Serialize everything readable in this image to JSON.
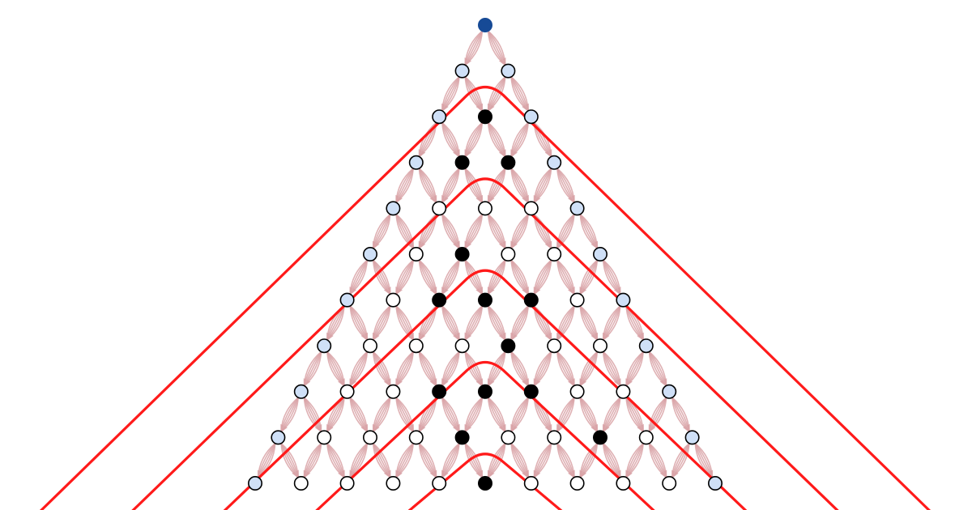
{
  "diagram": {
    "type": "multiway-causal-lattice",
    "root_color": "#164a96",
    "edge_color": "#d9a3a7",
    "boundary_color": "#ff1a1a",
    "node_colors": {
      "root": "#164a96",
      "edge": "#cfe0f7",
      "black": "#000000",
      "white": "#ffffff"
    },
    "levels": [
      [
        "root"
      ],
      [
        "edge",
        "edge"
      ],
      [
        "edge",
        "black",
        "edge"
      ],
      [
        "edge",
        "black",
        "black",
        "edge"
      ],
      [
        "edge",
        "white",
        "white",
        "white",
        "edge"
      ],
      [
        "edge",
        "white",
        "black",
        "white",
        "white",
        "edge"
      ],
      [
        "edge",
        "white",
        "black",
        "black",
        "black",
        "white",
        "edge"
      ],
      [
        "edge",
        "white",
        "white",
        "white",
        "black",
        "white",
        "white",
        "edge"
      ],
      [
        "edge",
        "white",
        "white",
        "black",
        "black",
        "black",
        "white",
        "white",
        "edge"
      ],
      [
        "edge",
        "white",
        "white",
        "white",
        "black",
        "white",
        "white",
        "black",
        "white",
        "edge"
      ],
      [
        "edge",
        "white",
        "white",
        "white",
        "white",
        "black",
        "white",
        "white",
        "white",
        "white",
        "edge"
      ]
    ],
    "boundary_count": 5
  }
}
